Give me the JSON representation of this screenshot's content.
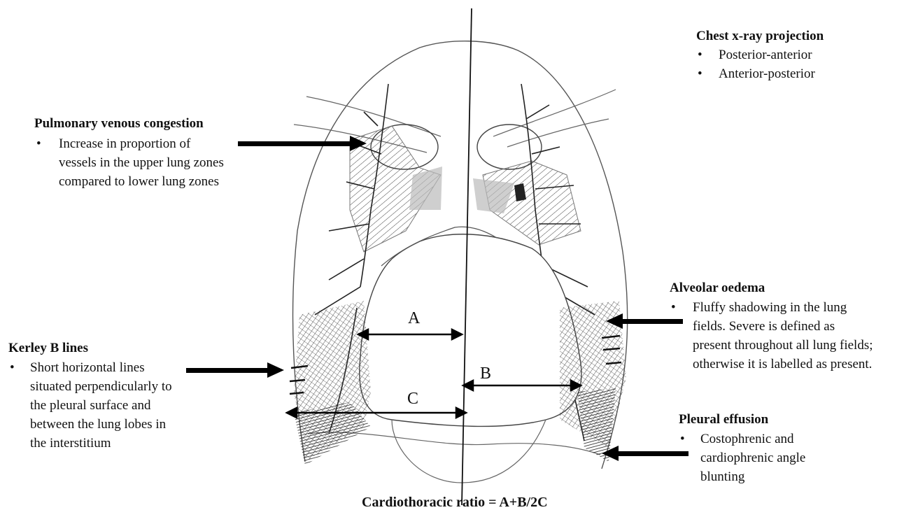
{
  "projection": {
    "title": "Chest x-ray projection",
    "items": [
      "Posterior-anterior",
      "Anterior-posterior"
    ]
  },
  "pulmonary": {
    "title": "Pulmonary venous congestion",
    "lines": [
      "Increase in proportion of",
      "vessels in the upper lung zones",
      "compared to lower lung zones"
    ]
  },
  "kerley": {
    "title": "Kerley B lines",
    "lines": [
      "Short horizontal lines",
      "situated perpendicularly to",
      "the pleural surface and",
      "between the lung lobes in",
      "the interstitium"
    ]
  },
  "alveolar": {
    "title": "Alveolar oedema",
    "lines": [
      "Fluffy shadowing in the lung",
      "fields. Severe is defined as",
      "present throughout all lung fields;",
      "otherwise it is labelled as present."
    ]
  },
  "pleural": {
    "title": "Pleural effusion",
    "lines": [
      "Costophrenic and",
      "cardiophrenic angle",
      "blunting"
    ]
  },
  "measures": {
    "a": "A",
    "b": "B",
    "c": "C"
  },
  "caption": "Cardiothoracic ratio = A+B/2C",
  "bullet": "•"
}
